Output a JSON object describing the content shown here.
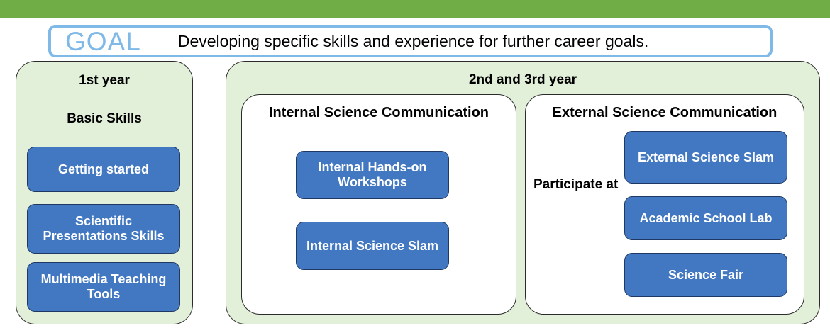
{
  "theme": {
    "band_green": "#70AD47",
    "panel_green": "#E2EFD9",
    "box_blue": "#4277C1",
    "goal_blue": "#7FB9E8",
    "outline": "#2b2b2b",
    "text_dark": "#000000",
    "text_light": "#ffffff"
  },
  "header": {
    "label": "GOAL",
    "statement": "Developing specific skills and experience for further career goals."
  },
  "left_panel": {
    "year_heading": "1st year",
    "section_heading": "Basic Skills",
    "items": [
      {
        "label": "Getting started"
      },
      {
        "label": "Scientific Presentations Skills"
      },
      {
        "label": "Multimedia Teaching Tools"
      }
    ]
  },
  "right_panel": {
    "year_heading": "2nd and 3rd year",
    "groups": [
      {
        "title": "Internal Science Communication",
        "note": "",
        "items": [
          {
            "label": "Internal Hands-on Workshops"
          },
          {
            "label": "Internal Science Slam"
          }
        ]
      },
      {
        "title": "External Science Communication",
        "note": "Participate at",
        "items": [
          {
            "label": "External Science Slam"
          },
          {
            "label": "Academic School Lab"
          },
          {
            "label": "Science Fair"
          }
        ]
      }
    ]
  }
}
